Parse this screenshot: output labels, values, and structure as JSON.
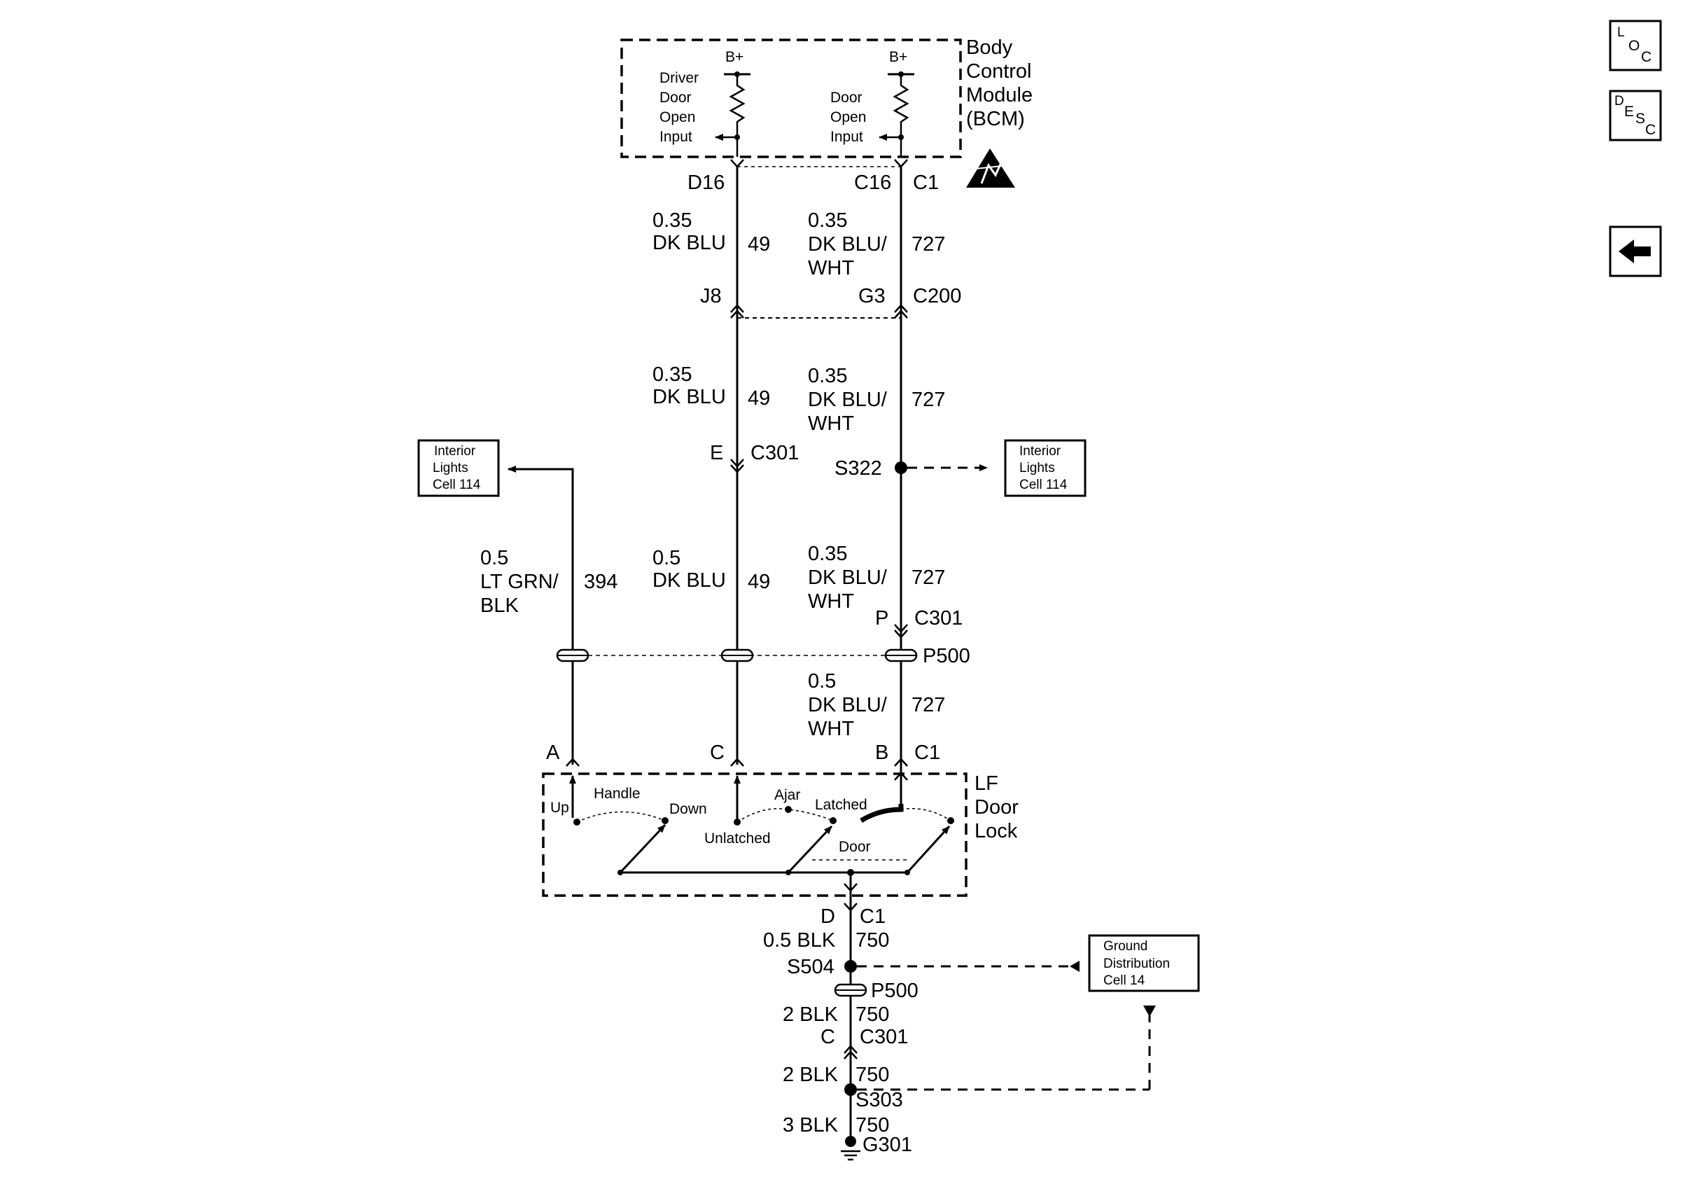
{
  "bcm": {
    "title": [
      "Body",
      "Control",
      "Module",
      "(BCM)"
    ],
    "bplus_left": "B+",
    "bplus_right": "B+",
    "driver_input": [
      "Driver",
      "Door",
      "Open",
      "Input"
    ],
    "door_input": [
      "Door",
      "Open",
      "Input"
    ],
    "pin_d16": "D16",
    "pin_c16": "C16",
    "conn_c1": "C1"
  },
  "wires": {
    "w49_size_1": "0.35",
    "w49_color_1": "DK BLU",
    "w49_circuit_1": "49",
    "w727_size_1": "0.35",
    "w727_color_1a": "DK BLU/",
    "w727_color_1b": "WHT",
    "w727_circuit_1": "727",
    "pin_j8": "J8",
    "pin_g3": "G3",
    "conn_c200": "C200",
    "w49_size_2": "0.35",
    "w49_color_2": "DK BLU",
    "w49_circuit_2": "49",
    "w727_size_2": "0.35",
    "w727_color_2a": "DK BLU/",
    "w727_color_2b": "WHT",
    "w727_circuit_2": "727",
    "pin_e": "E",
    "conn_c301_a": "C301",
    "splice_s322": "S322",
    "w394_size": "0.5",
    "w394_color_a": "LT GRN/",
    "w394_color_b": "BLK",
    "w394_circuit": "394",
    "w49_size_3": "0.5",
    "w49_color_3": "DK BLU",
    "w49_circuit_3": "49",
    "w727_size_3": "0.35",
    "w727_color_3a": "DK BLU/",
    "w727_color_3b": "WHT",
    "w727_circuit_3": "727",
    "pin_p": "P",
    "conn_c301_b": "C301",
    "conn_p500_a": "P500",
    "w727_size_4": "0.5",
    "w727_color_4a": "DK BLU/",
    "w727_color_4b": "WHT",
    "w727_circuit_4": "727",
    "pin_a": "A",
    "pin_c": "C",
    "pin_b": "B",
    "conn_c1_lock": "C1"
  },
  "interior_left": [
    "Interior",
    "Lights",
    "Cell 114"
  ],
  "interior_right": [
    "Interior",
    "Lights",
    "Cell 114"
  ],
  "door_lock": {
    "title": [
      "LF",
      "Door",
      "Lock"
    ],
    "up": "Up",
    "handle": "Handle",
    "down": "Down",
    "unlatched": "Unlatched",
    "ajar": "Ajar",
    "latched": "Latched",
    "door": "Door"
  },
  "ground": {
    "pin_d": "D",
    "conn_c1": "C1",
    "w1": "0.5 BLK",
    "c1": "750",
    "splice_s504": "S504",
    "conn_p500": "P500",
    "w2": "2 BLK",
    "c2": "750",
    "pin_c": "C",
    "conn_c301": "C301",
    "w3": "2 BLK",
    "c3": "750",
    "splice_s303": "S303",
    "w4": "3 BLK",
    "c4": "750",
    "ground_g301": "G301",
    "dist_box": [
      "Ground",
      "Distribution",
      "Cell 14"
    ]
  },
  "nav": {
    "loc": [
      "L",
      "O",
      "C"
    ],
    "desc": [
      "D",
      "E",
      "S",
      "C"
    ],
    "back_icon": "left-arrow-icon"
  }
}
